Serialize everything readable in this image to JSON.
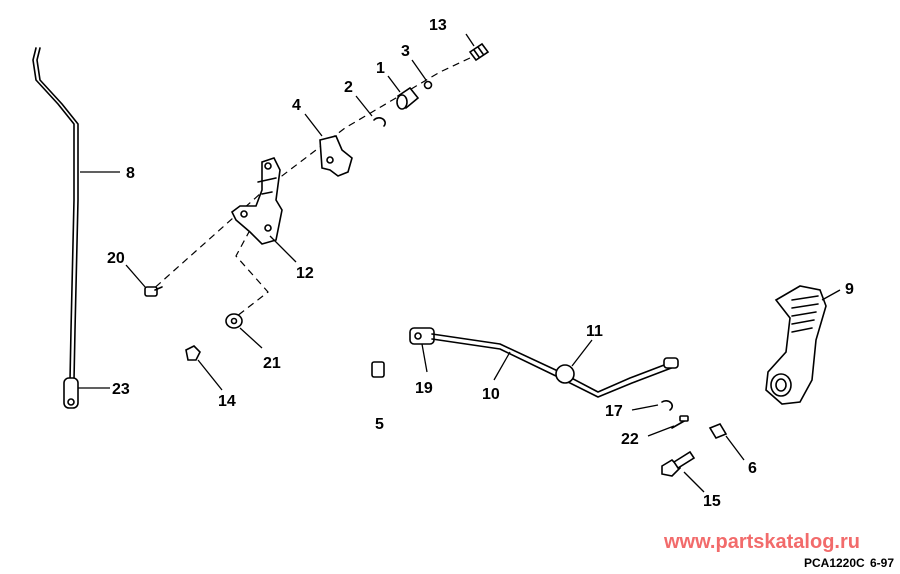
{
  "labels": {
    "p1": "1",
    "p2": "2",
    "p3": "3",
    "p4": "4",
    "p5": "5",
    "p6": "6",
    "p8": "8",
    "p9": "9",
    "p10": "10",
    "p11": "11",
    "p12": "12",
    "p13": "13",
    "p14": "14",
    "p15": "15",
    "p17": "17",
    "p19": "19",
    "p20": "20",
    "p21": "21",
    "p22": "22",
    "p23": "23"
  },
  "watermark": "www.partskatalog.ru",
  "drawing_code": "PCA1220C",
  "date_code": "6-97",
  "colors": {
    "watermark": "#f26b6b",
    "line": "#000000"
  }
}
